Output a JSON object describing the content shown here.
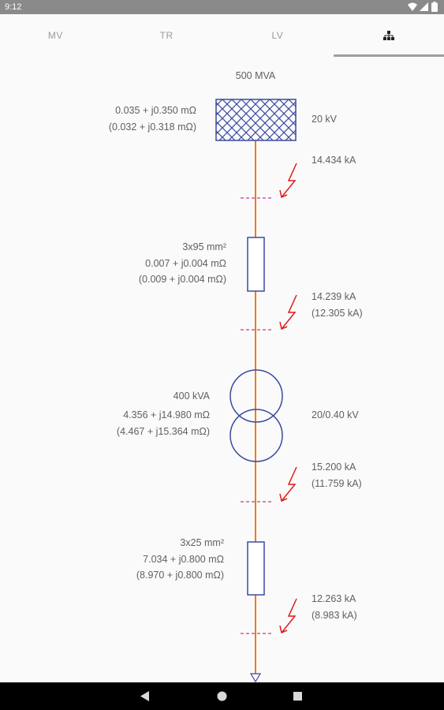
{
  "status_bar": {
    "time": "9:12"
  },
  "tabs": [
    {
      "label": "MV"
    },
    {
      "label": "TR"
    },
    {
      "label": "LV"
    },
    {
      "label": "",
      "icon": "sitemap-icon",
      "active": true
    }
  ],
  "diagram": {
    "source": {
      "power": "500 MVA",
      "impedance": "0.035 + j0.350 mΩ",
      "impedance_alt": "(0.032 + j0.318 mΩ)",
      "voltage": "20 kV"
    },
    "faults": [
      {
        "current": "14.434 kA",
        "current_alt": ""
      },
      {
        "current": "14.239 kA",
        "current_alt": "(12.305 kA)"
      },
      {
        "current": "15.200 kA",
        "current_alt": "(11.759 kA)"
      },
      {
        "current": "12.263 kA",
        "current_alt": "(8.983 kA)"
      }
    ],
    "cable_mv": {
      "section": "3x95 mm²",
      "impedance": "0.007 + j0.004 mΩ",
      "impedance_alt": "(0.009 + j0.004 mΩ)"
    },
    "transformer": {
      "power": "400 kVA",
      "impedance": "4.356 + j14.980 mΩ",
      "impedance_alt": "(4.467 + j15.364 mΩ)",
      "ratio": "20/0.40 kV"
    },
    "cable_lv": {
      "section": "3x25 mm²",
      "impedance": "7.034 + j0.800 mΩ",
      "impedance_alt": "(8.970 + j0.800 mΩ)"
    }
  },
  "colors": {
    "line": "#f07a1a",
    "symbol": "#3b4aa0",
    "fault": "#e01b1b",
    "fault_marker": "#c23c8c"
  }
}
